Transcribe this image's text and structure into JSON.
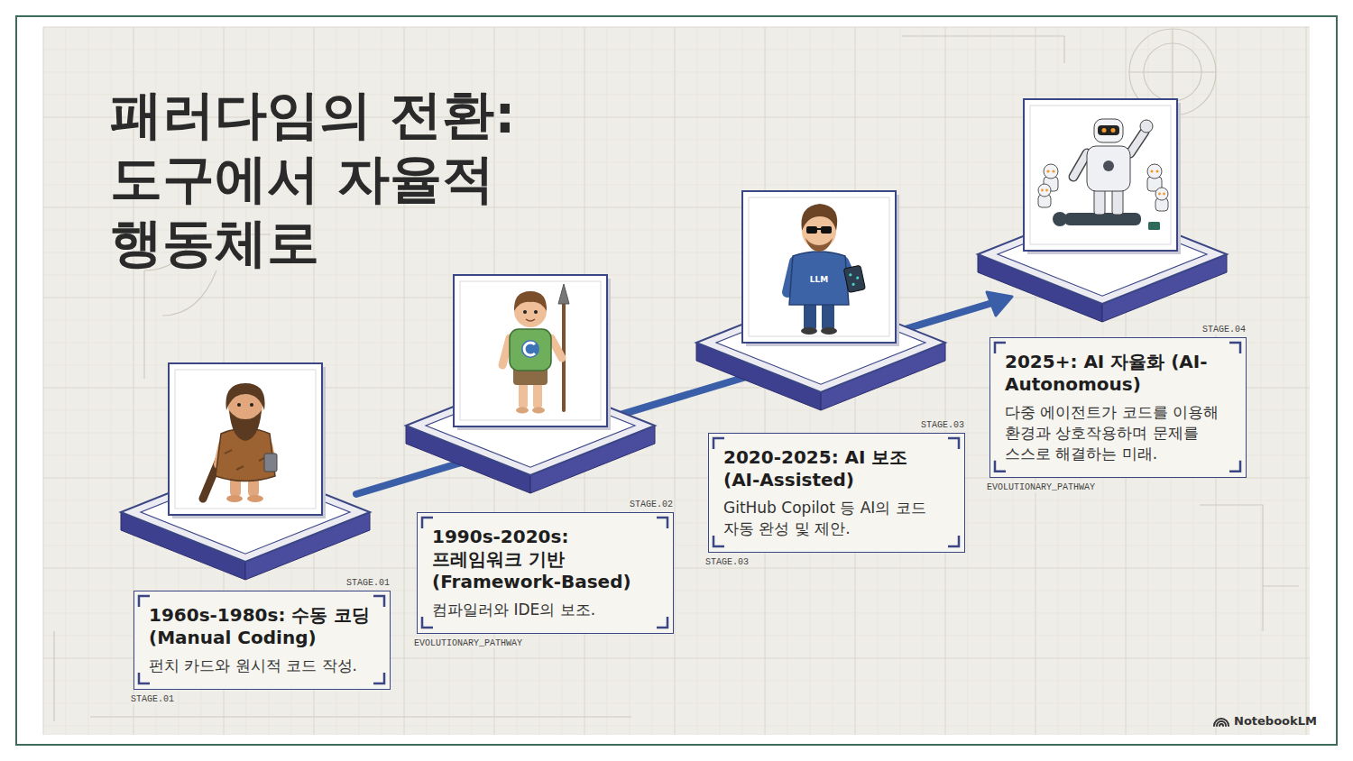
{
  "diagram": {
    "title": "패러다임의 전환: 도구에서 자율적 행동체로",
    "nodes": [
      {
        "text": [
          "1960s-1980s: 수동 코딩 (Manual Coding)",
          "펀치 카드와 원시적 코드 작성."
        ]
      },
      {
        "text": [
          "1990s-2020s: 프레임워크 기반 (Framework-Based)",
          "컴파일러와 IDE의 보조."
        ]
      },
      {
        "text": [
          "2020-2025: AI 보조 (AI-Assisted)",
          "GitHub Copilot 등 AI의 코드 자동 완성 및 제안."
        ]
      },
      {
        "text": [
          "2025+: AI 자율화 (AI-Autonomous)",
          "다중 에이전트가 코드를 이용해 환경과 상호작용하며 문제를 스스로 해결하는 미래."
        ]
      }
    ],
    "labels": [
      "STAGE.01",
      "STAGE.01",
      "STAGE.02",
      "EVOLUTIONARY_PATHWAY",
      "STAGE.03",
      "STAGE.03",
      "STAGE.04",
      "EVOLUTIONARY_PATHWAY",
      "LLM",
      "NotebookLM"
    ]
  }
}
